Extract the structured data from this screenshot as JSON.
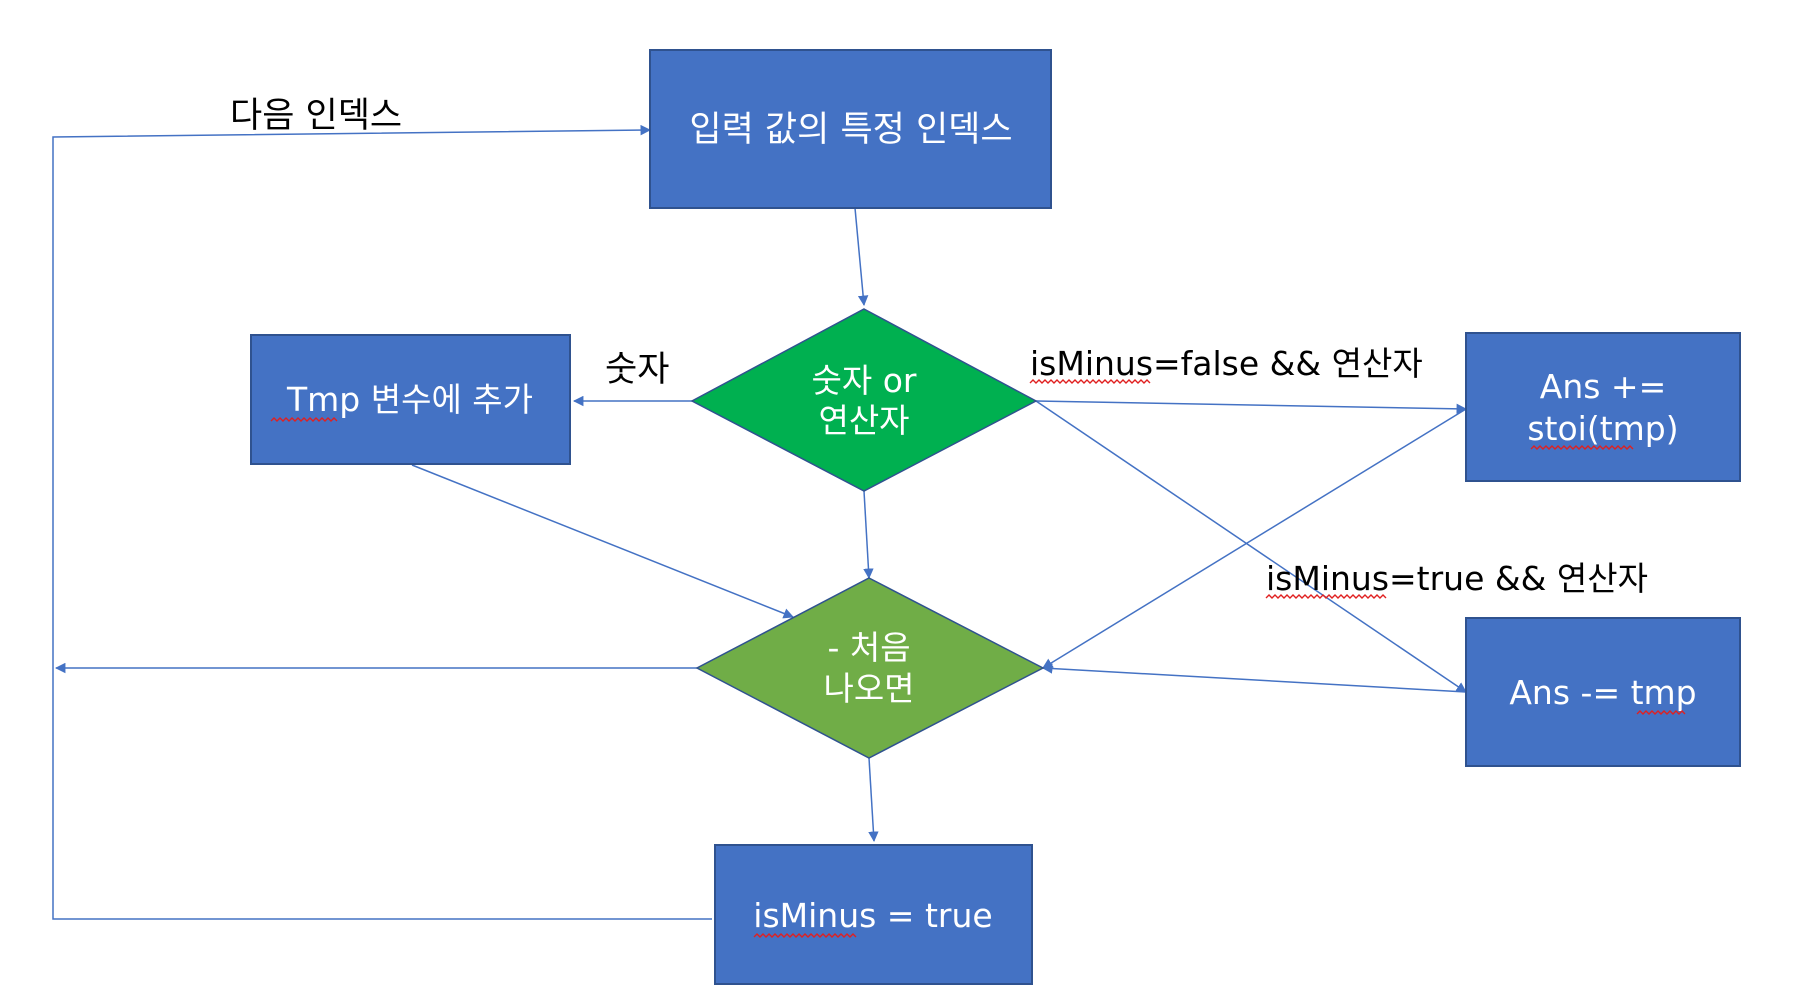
{
  "colors": {
    "box_fill": "#4472C4",
    "box_stroke": "#2F528F",
    "decision_green": "#00B050",
    "decision_olive": "#70AD47",
    "connector": "#4472C4",
    "spellcheck": "#E02020"
  },
  "nodes": {
    "input_index": "입력 값의 특정 인덱스",
    "decision_digit_or_op": [
      "숫자 or",
      "연산자"
    ],
    "tmp_append": "Tmp 변수에 추가",
    "decision_first_minus": [
      "- 처음",
      "나오면"
    ],
    "ans_plus": [
      "Ans +=",
      "stoi(tmp)"
    ],
    "ans_minus": "Ans -= tmp",
    "set_is_minus": "isMinus = true"
  },
  "edge_labels": {
    "next_index": "다음 인덱스",
    "digit": "숫자",
    "minus_false_op": "isMinus=false && 연산자",
    "minus_true_op": "isMinus=true && 연산자"
  }
}
